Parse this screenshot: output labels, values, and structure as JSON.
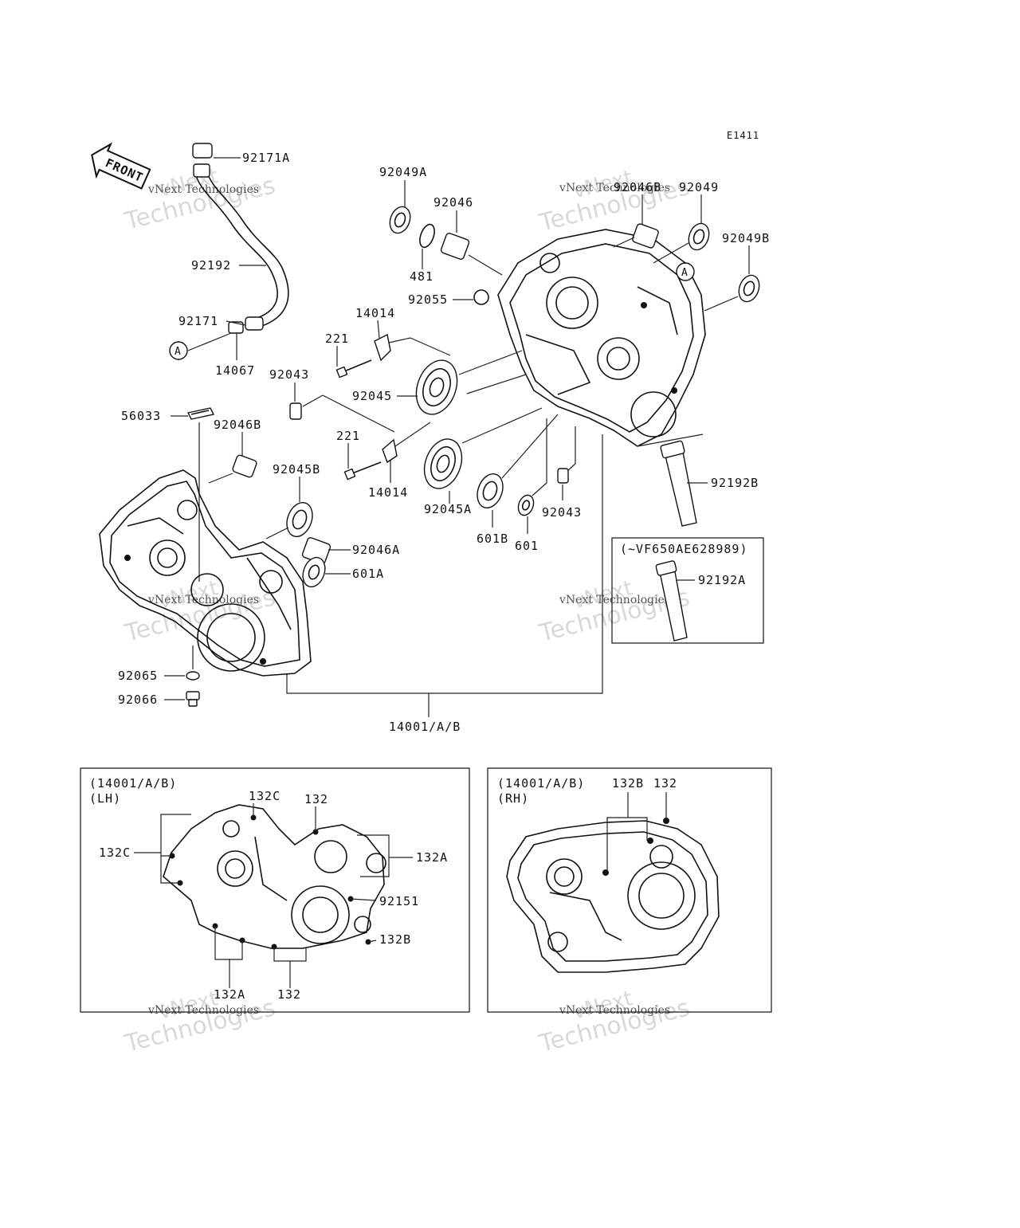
{
  "diagram_code": "E1411",
  "front_label": "FRONT",
  "callout_a": "A",
  "watermark": {
    "brand": "vNext",
    "company": "Technologies",
    "full": "vNext Technologies"
  },
  "parts": {
    "p92171A": "92171A",
    "p92049A": "92049A",
    "p92046": "92046",
    "p92046B_top": "92046B",
    "p92049": "92049",
    "p92049B": "92049B",
    "p92192": "92192",
    "p481": "481",
    "p92055": "92055",
    "p14014_top": "14014",
    "p92171": "92171",
    "p221_top": "221",
    "p14067": "14067",
    "p92043_top": "92043",
    "p92045": "92045",
    "p56033": "56033",
    "p92046B_left": "92046B",
    "p221_mid": "221",
    "p14014_mid": "14014",
    "p92045B": "92045B",
    "p92045A": "92045A",
    "p601B": "601B",
    "p601": "601",
    "p92043_mid": "92043",
    "p92192B": "92192B",
    "p92046A": "92046A",
    "p601A": "601A",
    "p92192A": "92192A",
    "p92065": "92065",
    "p92066": "92066",
    "p14001AB": "14001/A/B"
  },
  "variant_box": {
    "title": "(~VF650AE628989)"
  },
  "lh_box": {
    "title": "(14001/A/B)",
    "side": "(LH)",
    "labels": {
      "l132C_top": "132C",
      "l132_top": "132",
      "l132C_left": "132C",
      "l132A_right": "132A",
      "l92151": "92151",
      "l132B": "132B",
      "l132A_bottom": "132A",
      "l132_bottom": "132"
    }
  },
  "rh_box": {
    "title": "(14001/A/B)",
    "side": "(RH)",
    "labels": {
      "l132B": "132B",
      "l132": "132"
    }
  }
}
